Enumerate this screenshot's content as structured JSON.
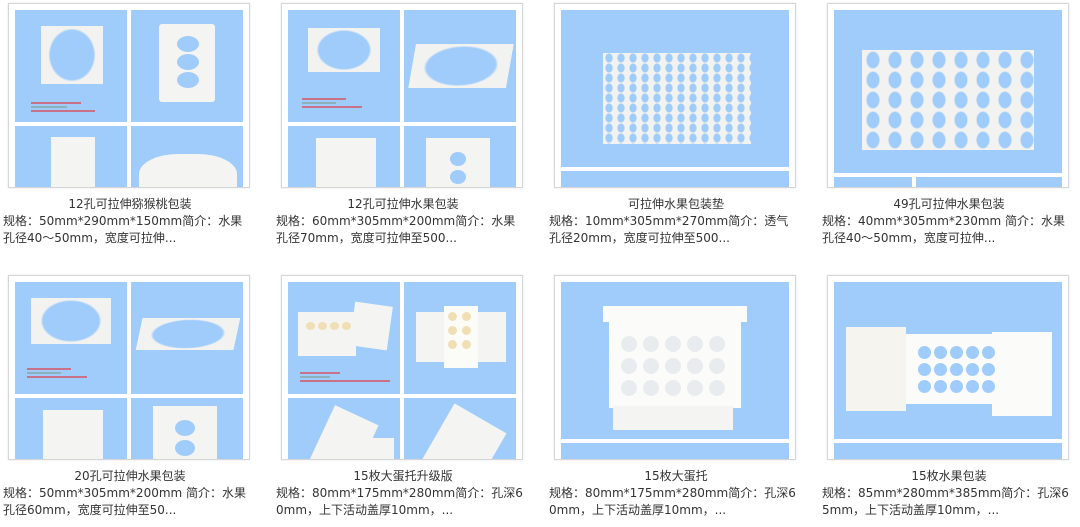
{
  "products": [
    {
      "title": "12孔可拉伸猕猴桃包装",
      "description": "规格：50mm*290mm*150mm简介：水果孔径40～50mm，宽度可拉伸...",
      "image_layout": "2x2"
    },
    {
      "title": "12孔可拉伸水果包装",
      "description": "规格：60mm*305mm*200mm简介：水果孔径70mm，宽度可拉伸至500...",
      "image_layout": "2x2"
    },
    {
      "title": "可拉伸水果包装垫",
      "description": "规格：10mm*305mm*270mm简介：透气孔径20mm，宽度可拉伸至500...",
      "image_layout": "single"
    },
    {
      "title": "49孔可拉伸水果包装",
      "description": "规格：40mm*305mm*230mm 简介：水果孔径40～50mm，宽度可拉伸...",
      "image_layout": "single"
    },
    {
      "title": "20孔可拉伸水果包装",
      "description": "规格：50mm*305mm*200mm 简介：水果孔径60mm，宽度可拉伸至50...",
      "image_layout": "2x2"
    },
    {
      "title": "15枚大蛋托升级版",
      "description": "规格：80mm*175mm*280mm简介：孔深60mm，上下活动盖厚10mm，...",
      "image_layout": "2x2"
    },
    {
      "title": "15枚大蛋托",
      "description": "规格：80mm*175mm*280mm简介：孔深60mm，上下活动盖厚10mm，...",
      "image_layout": "single"
    },
    {
      "title": "15枚水果包装",
      "description": "规格：85mm*280mm*385mm简介：孔深65mm，上下活动盖厚10mm，...",
      "image_layout": "single"
    }
  ],
  "colors": {
    "image_background": "#a0ccfb",
    "frame_border": "#d6d6d6",
    "text": "#333333"
  }
}
